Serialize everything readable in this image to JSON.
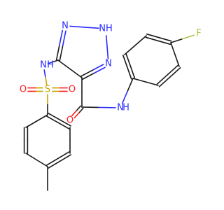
{
  "colors": {
    "carbon": "#1a1a1a",
    "nitrogen": "#2b2bff",
    "oxygen": "#ff2020",
    "sulfur": "#c8a400",
    "fluorine": "#a8c44a"
  },
  "atoms": [
    {
      "id": "n1",
      "el": "nitrogen",
      "label": "N"
    },
    {
      "id": "nh2",
      "el": "nitrogen",
      "label": "NH"
    },
    {
      "id": "n3",
      "el": "nitrogen",
      "label": "N"
    },
    {
      "id": "c4",
      "el": "carbon",
      "label": ""
    },
    {
      "id": "c5",
      "el": "carbon",
      "label": ""
    },
    {
      "id": "nh_s",
      "el": "nitrogen",
      "label": "N"
    },
    {
      "id": "h_s",
      "el": "nitrogen",
      "label": "H"
    },
    {
      "id": "s",
      "el": "sulfur",
      "label": "S"
    },
    {
      "id": "o1",
      "el": "oxygen",
      "label": "O"
    },
    {
      "id": "o2",
      "el": "oxygen",
      "label": "O"
    },
    {
      "id": "t1",
      "el": "carbon",
      "label": ""
    },
    {
      "id": "t2",
      "el": "carbon",
      "label": ""
    },
    {
      "id": "t3",
      "el": "carbon",
      "label": ""
    },
    {
      "id": "t4",
      "el": "carbon",
      "label": ""
    },
    {
      "id": "t5",
      "el": "carbon",
      "label": ""
    },
    {
      "id": "t6",
      "el": "carbon",
      "label": ""
    },
    {
      "id": "me",
      "el": "carbon",
      "label": ""
    },
    {
      "id": "cam",
      "el": "carbon",
      "label": ""
    },
    {
      "id": "o3",
      "el": "oxygen",
      "label": "O"
    },
    {
      "id": "n_am",
      "el": "nitrogen",
      "label": "N"
    },
    {
      "id": "h_am",
      "el": "nitrogen",
      "label": "H"
    },
    {
      "id": "p1",
      "el": "carbon",
      "label": ""
    },
    {
      "id": "p2",
      "el": "carbon",
      "label": ""
    },
    {
      "id": "p3",
      "el": "carbon",
      "label": ""
    },
    {
      "id": "p4",
      "el": "carbon",
      "label": ""
    },
    {
      "id": "p5",
      "el": "carbon",
      "label": ""
    },
    {
      "id": "p6",
      "el": "carbon",
      "label": ""
    },
    {
      "id": "f",
      "el": "fluorine",
      "label": "F"
    }
  ],
  "bonds": [
    {
      "a": "n1",
      "b": "nh2",
      "order": 1
    },
    {
      "a": "nh2",
      "b": "n3",
      "order": 1
    },
    {
      "a": "n3",
      "b": "c4",
      "order": 2
    },
    {
      "a": "c4",
      "b": "c5",
      "order": 1
    },
    {
      "a": "c5",
      "b": "n1",
      "order": 2
    },
    {
      "a": "c5",
      "b": "nh_s",
      "order": 1
    },
    {
      "a": "nh_s",
      "b": "s",
      "order": 1
    },
    {
      "a": "s",
      "b": "o1",
      "order": 2
    },
    {
      "a": "s",
      "b": "o2",
      "order": 2
    },
    {
      "a": "s",
      "b": "t1",
      "order": 1
    },
    {
      "a": "t1",
      "b": "t2",
      "order": 2
    },
    {
      "a": "t2",
      "b": "t3",
      "order": 1
    },
    {
      "a": "t3",
      "b": "t4",
      "order": 2
    },
    {
      "a": "t4",
      "b": "t5",
      "order": 1
    },
    {
      "a": "t5",
      "b": "t6",
      "order": 2
    },
    {
      "a": "t6",
      "b": "t1",
      "order": 1
    },
    {
      "a": "t4",
      "b": "me",
      "order": 1
    },
    {
      "a": "c4",
      "b": "cam",
      "order": 1
    },
    {
      "a": "cam",
      "b": "o3",
      "order": 2
    },
    {
      "a": "cam",
      "b": "n_am",
      "order": 1
    },
    {
      "a": "n_am",
      "b": "p1",
      "order": 1
    },
    {
      "a": "p1",
      "b": "p2",
      "order": 2
    },
    {
      "a": "p2",
      "b": "p3",
      "order": 1
    },
    {
      "a": "p3",
      "b": "p4",
      "order": 2
    },
    {
      "a": "p4",
      "b": "p5",
      "order": 1
    },
    {
      "a": "p5",
      "b": "p6",
      "order": 2
    },
    {
      "a": "p6",
      "b": "p1",
      "order": 1
    },
    {
      "a": "p4",
      "b": "f",
      "order": 1
    }
  ]
}
